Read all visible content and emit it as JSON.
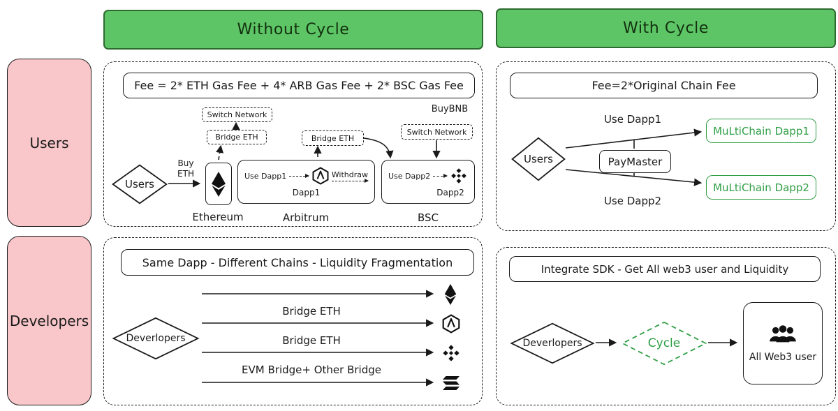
{
  "headers": {
    "without_cycle": "Without Cycle",
    "with_cycle": "With Cycle"
  },
  "sidebar": {
    "users": "Users",
    "developers": "Developers"
  },
  "users_without": {
    "fee_formula": "Fee = 2* ETH Gas Fee + 4* ARB Gas Fee + 2* BSC Gas Fee",
    "switch_network_left": "Switch Network",
    "bridge_eth_left": "Bridge ETH",
    "bridge_eth_mid": "Bridge ETH",
    "buy_bnb": "BuyBNB",
    "switch_network_right": "Switch Network",
    "users_node": "Users",
    "buy_eth": "Buy ETH",
    "ethereum_label": "Ethereum",
    "use_dapp1": "Use Dapp1",
    "withdraw": "Withdraw",
    "dapp1": "Dapp1",
    "arbitrum_label": "Arbitrum",
    "use_dapp2": "Use Dapp2",
    "dapp2": "Dapp2",
    "bsc_label": "BSC"
  },
  "users_with": {
    "fee_formula": "Fee=2*Original Chain Fee",
    "users_node": "Users",
    "use_dapp1": "Use Dapp1",
    "paymaster": "PayMaster",
    "use_dapp2": "Use Dapp2",
    "multichain_dapp1": "MuLtiChain Dapp1",
    "multichain_dapp2": "MuLtiChain Dapp2"
  },
  "devs_without": {
    "title": "Same Dapp - Different Chains - Liquidity Fragmentation",
    "developers_node": "Deverlopers",
    "bridge_eth_top": "Bridge ETH",
    "bridge_eth_mid": "Bridge ETH",
    "evm_bridge": "EVM Bridge+ Other Bridge"
  },
  "devs_with": {
    "title": "Integrate SDK - Get All web3 user and Liquidity",
    "developers_node": "Deverlopers",
    "cycle_node": "Cycle",
    "all_web3_user": "All Web3 user"
  },
  "colors": {
    "header_green": "#5ec566",
    "sidebar_pink": "#f9c7ca",
    "accent_green": "#2f9e44",
    "ink": "#1a1a1a"
  }
}
